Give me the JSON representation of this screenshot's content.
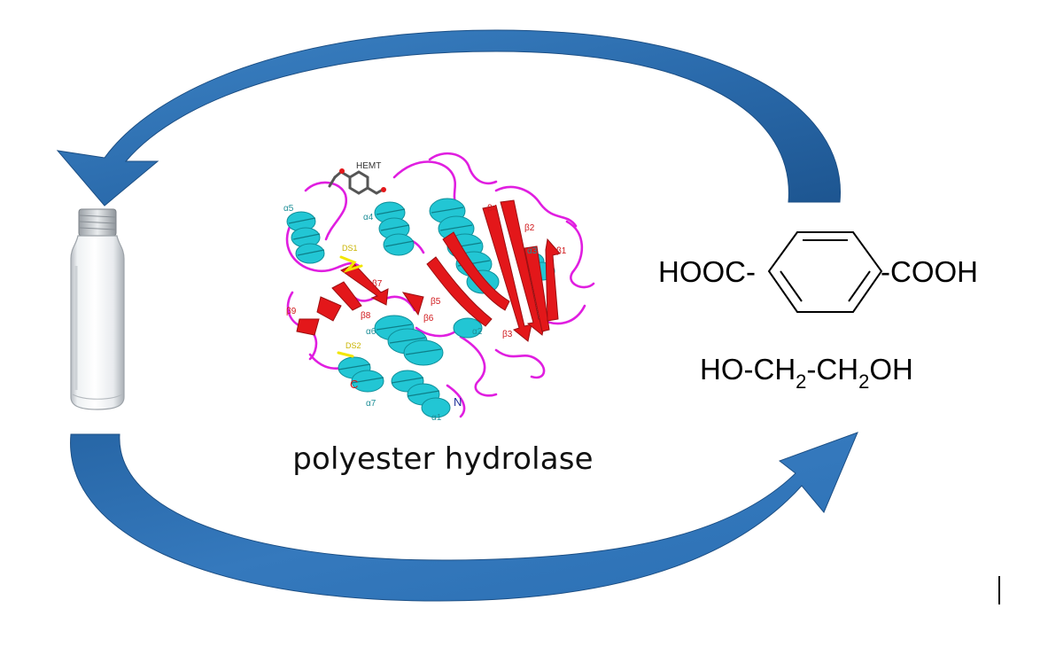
{
  "diagram": {
    "enzyme_caption": "polyester hydrolase",
    "products": {
      "acid_left": "HOOC-",
      "acid_right": "-COOH",
      "glycol_parts": [
        "HO-CH",
        "2",
        "-CH",
        "2",
        "OH"
      ]
    },
    "structure_labels": {
      "ligand": "HEMT",
      "alpha": [
        "α1",
        "α2",
        "α3",
        "α4",
        "α5",
        "α6",
        "α7"
      ],
      "beta": [
        "β1",
        "β2",
        "β3",
        "β4",
        "β5",
        "β6",
        "β7",
        "β8",
        "β9"
      ],
      "disulfide": [
        "DS1",
        "DS2"
      ],
      "terminus_n": "N",
      "terminus_c": "C"
    },
    "icons": [
      "cycle-arrow-top-icon",
      "cycle-arrow-bottom-icon",
      "pet-bottle-icon",
      "protein-structure-icon",
      "benzene-ring-icon"
    ],
    "colors": {
      "arrow": "#2f6fb1",
      "helix": "#22c6d4",
      "sheet": "#e3171a",
      "loop": "#e01ee0"
    }
  }
}
